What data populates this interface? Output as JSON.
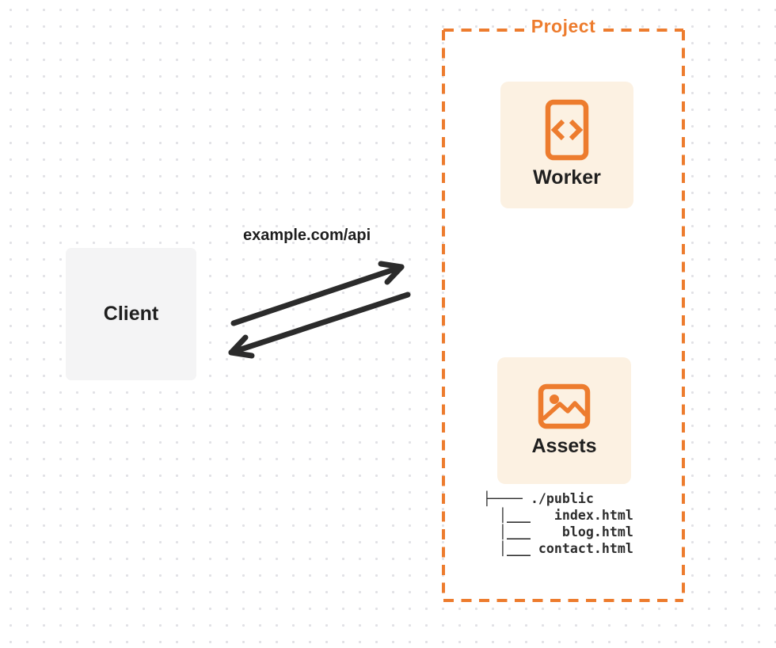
{
  "diagram": {
    "client": {
      "label": "Client"
    },
    "request_label": "example.com/api",
    "project": {
      "label": "Project",
      "worker": {
        "label": "Worker",
        "icon": "code-document-icon"
      },
      "assets": {
        "label": "Assets",
        "icon": "image-icon"
      },
      "file_tree": {
        "root": "./public",
        "files": [
          "index.html",
          "blog.html",
          "contact.html"
        ],
        "lines": {
          "0": "├──── ./public",
          "1": "  │___   index.html",
          "2": "  │___    blog.html",
          "3": "  │___ contact.html"
        }
      }
    },
    "colors": {
      "accent_orange": "#ed7c2e",
      "card_background": "#fcf1e2",
      "client_background": "#f4f4f5",
      "text_dark": "#1f1f1f",
      "arrow_dark": "#2b2b2b",
      "dot_grid": "#e1e1e5"
    }
  }
}
